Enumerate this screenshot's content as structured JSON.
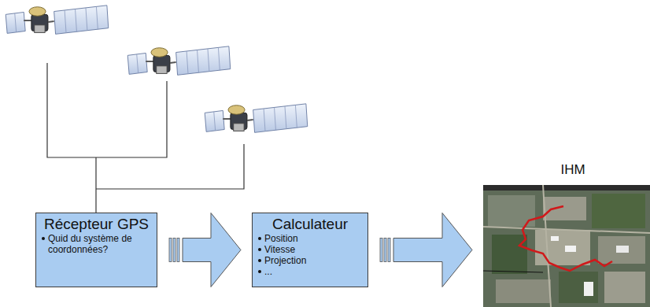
{
  "diagram": {
    "nodes": [
      {
        "text": [
          "Récepteur GPS",
          "Quid du système de coordonnées?"
        ]
      },
      {
        "text": [
          "Calculateur",
          "Position",
          "Vitesse",
          "Projection",
          "..."
        ]
      },
      {
        "text": [
          "IHM"
        ]
      }
    ],
    "edges": [
      {
        "from": 0,
        "to": 1,
        "arrow": "to"
      },
      {
        "from": 1,
        "to": 2,
        "arrow": "to"
      }
    ]
  }
}
